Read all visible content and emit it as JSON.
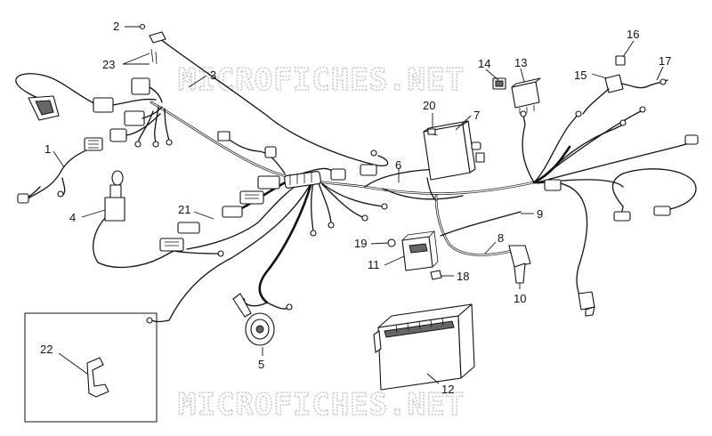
{
  "watermark": "MICROFICHES.NET",
  "callouts": {
    "c1": "1",
    "c2": "2",
    "c3": "3",
    "c4": "4",
    "c5": "5",
    "c6": "6",
    "c7": "7",
    "c8": "8",
    "c9": "9",
    "c10": "10",
    "c11": "11",
    "c12": "12",
    "c13": "13",
    "c14": "14",
    "c15": "15",
    "c16": "16",
    "c17": "17",
    "c18": "18",
    "c19": "19",
    "c20": "20",
    "c21": "21",
    "c22": "22",
    "c23": "23"
  }
}
